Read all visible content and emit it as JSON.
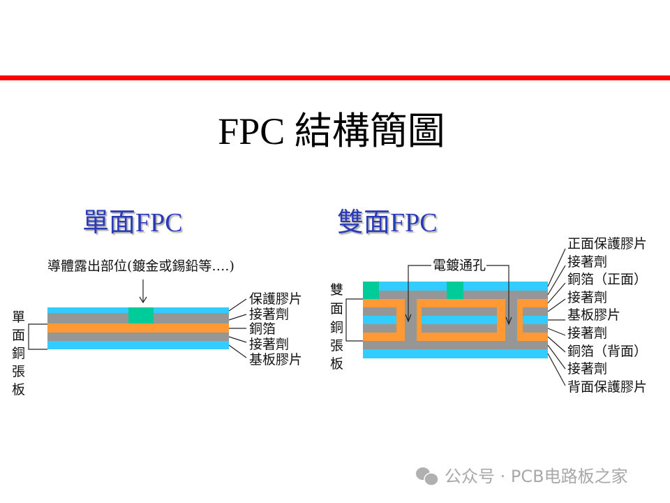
{
  "title": "FPC 結構簡圖",
  "colors": {
    "accent_bar": "#ff0000",
    "coverlay": "#33ccff",
    "adhesive": "#969696",
    "copper": "#ff9933",
    "exposed_pad": "#00cc99"
  },
  "single": {
    "heading": "單面FPC",
    "exposed_label": "導體露出部位(鍍金或錫鉛等….)",
    "side_label": [
      "單",
      "面",
      "銅",
      "張",
      "板"
    ],
    "layers": [
      "保護膠片",
      "接著劑",
      "銅箔",
      "接著劑",
      "基板膠片"
    ]
  },
  "double": {
    "heading": "雙面FPC",
    "via_label": "電鍍通孔",
    "side_label": [
      "雙",
      "面",
      "銅",
      "張",
      "板"
    ],
    "layers": [
      "正面保護膠片",
      "接著劑",
      "銅箔（正面）",
      "接著劑",
      "基板膠片",
      "接著劑",
      "銅箔（背面）",
      "接著劑",
      "背面保護膠片"
    ]
  },
  "watermark": {
    "text": "公众号 · PCB电路板之家",
    "icon": "wechat-icon"
  }
}
